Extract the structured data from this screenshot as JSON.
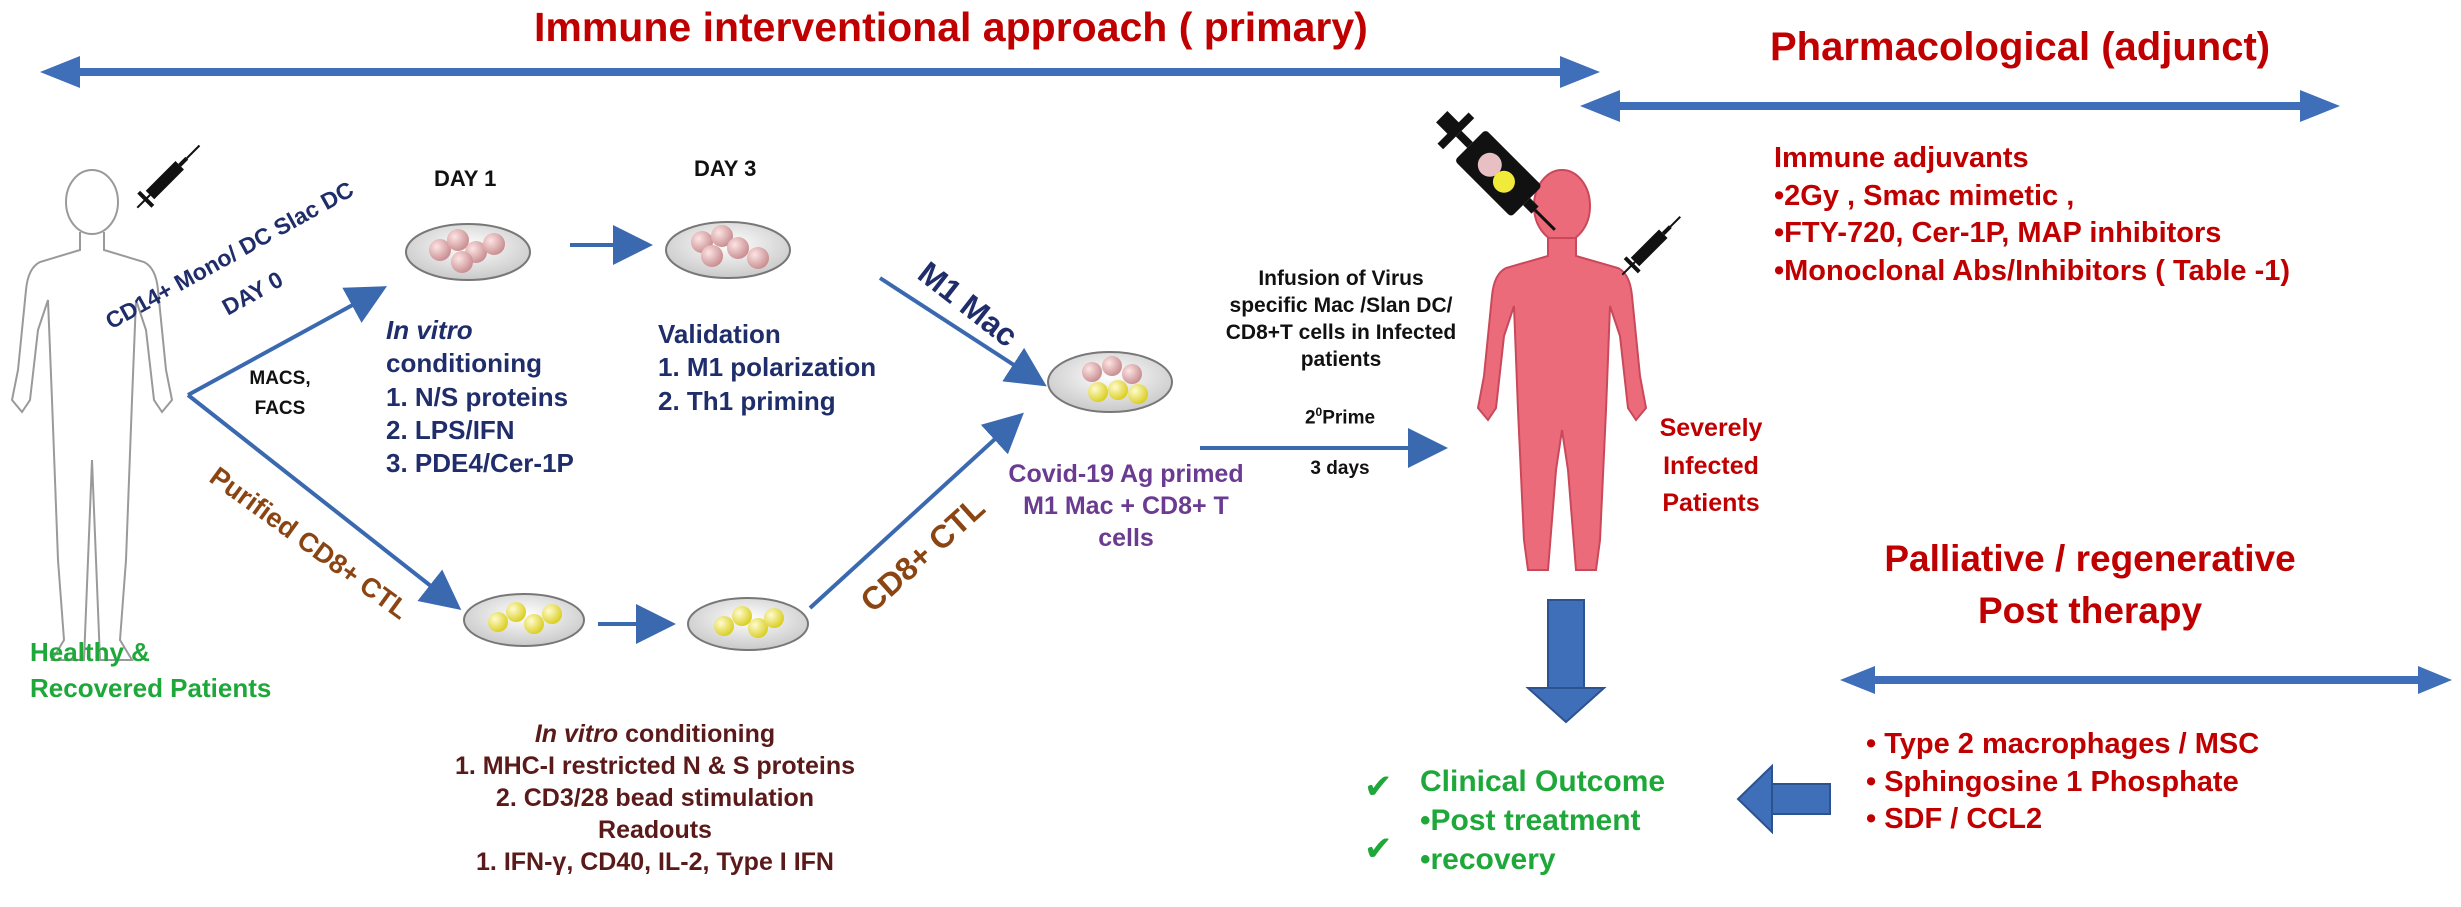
{
  "titles": {
    "primary": "Immune interventional approach ( primary)",
    "adjunct": "Pharmacological (adjunct)",
    "palliative_line1": "Palliative / regenerative",
    "palliative_line2": "Post therapy"
  },
  "donor": {
    "line1": "Healthy  &",
    "line2": "Recovered Patients",
    "branch_top_line1": "CD14+ Mono/ DC Slac DC",
    "branch_top_line2": "DAY 0",
    "branch_bottom": "Purified CD8+ CTL",
    "sort_line1": "MACS,",
    "sort_line2": "FACS"
  },
  "days": {
    "day1": "DAY 1",
    "day3": "DAY 3"
  },
  "invitro_top": {
    "italic": "In vitro",
    "line2": "conditioning",
    "items": [
      "1. N/S proteins",
      "2. LPS/IFN",
      "3. PDE4/Cer-1P"
    ]
  },
  "validation": {
    "title": "Validation",
    "items": [
      "1. M1 polarization",
      "2. Th1 priming"
    ]
  },
  "arrows": {
    "m1mac": "M1 Mac",
    "cd8ctl": "CD8+ CTL"
  },
  "primed": {
    "line1": "Covid-19 Ag primed",
    "line2": "M1 Mac + CD8+ T",
    "line3": "cells"
  },
  "infusion": {
    "lines": [
      "Infusion of Virus",
      "specific Mac /Slan DC/",
      "CD8+T cells in Infected",
      "patients"
    ],
    "prime_base": "2",
    "prime_sup": "0",
    "prime_word": "Prime",
    "duration": "3 days"
  },
  "patients": {
    "line1": "Severely",
    "line2": "Infected",
    "line3": "Patients"
  },
  "invitro_bottom": {
    "italic": "In vitro",
    "rest": " conditioning",
    "items": [
      "1. MHC-I restricted N & S proteins",
      "2. CD3/28 bead stimulation"
    ],
    "readouts_title": "Readouts",
    "readouts": "1. IFN-γ, CD40, IL-2, Type I IFN"
  },
  "adjuvants": {
    "title": "Immune adjuvants",
    "items": [
      "•2Gy , Smac mimetic ,",
      "•FTY-720,  Cer-1P, MAP inhibitors",
      "•Monoclonal Abs/Inhibitors ( Table -1)"
    ]
  },
  "regenerative": {
    "items": [
      "•  Type 2 macrophages / MSC",
      "•  Sphingosine 1 Phosphate",
      "•   SDF / CCL2"
    ]
  },
  "outcome": {
    "title": "Clinical Outcome",
    "items": [
      "•Post treatment",
      "•recovery"
    ],
    "check_glyph": "✔"
  },
  "colors": {
    "red": "#c00000",
    "navy": "#1f2d6b",
    "arrow_blue": "#3a69b0",
    "green": "#1fa83a",
    "patient_pink": "#ec6b7a",
    "cell_pink": "#d9a0a3",
    "cell_yellow": "#f2ea3a"
  }
}
